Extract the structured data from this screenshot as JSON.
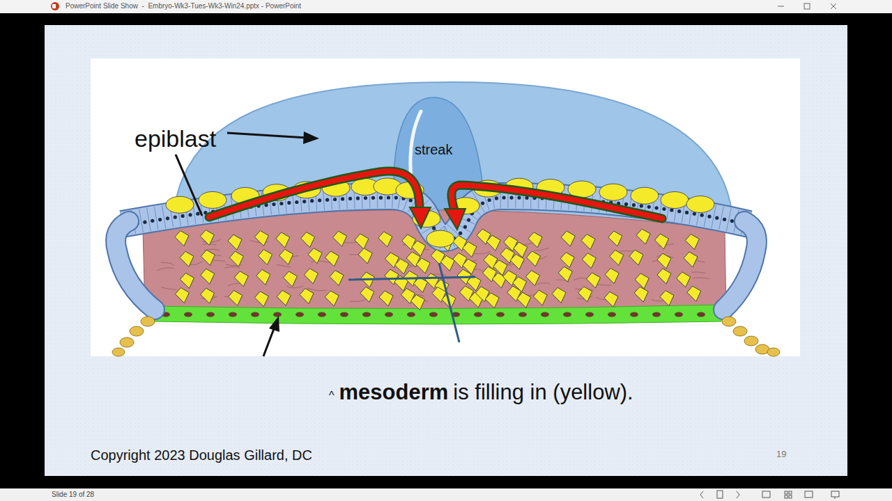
{
  "diagram": {
    "labels": [
      "PowerPoint Slide Show  -  Embryo-Wk3-Tues-Wk3-Win24.pptx - PowerPoint",
      "epiblast",
      "streak",
      "^",
      "mesoderm",
      "is filling in (yellow).",
      "Copyright 2023 Douglas Gillard, DC",
      "19",
      "Slide 19 of 28"
    ]
  }
}
